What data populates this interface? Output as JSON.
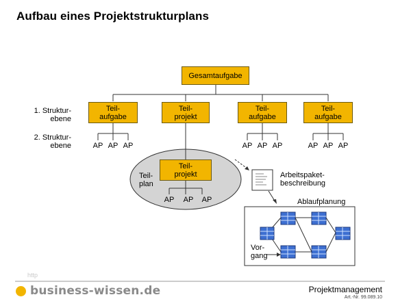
{
  "title": "Aufbau eines Projektstrukturplans",
  "top_box": "Gesamtaufgabe",
  "level_labels": {
    "level1": "1. Struktur-\nebene",
    "level2": "2. Struktur-\nebene"
  },
  "level1_boxes": [
    "Teil-\naufgabe",
    "Teil-\nprojekt",
    "Teil-\naufgabe",
    "Teil-\naufgabe"
  ],
  "ap_label": "AP",
  "subproject_box": "Teil-\nprojekt",
  "teilplan_label": "Teil-\nplan",
  "arbeitspaket_label": "Arbeitspaket-\nbeschreibung",
  "ablaufplanung_label": "Ablaufplanung",
  "vorgang_label": "Vor-\ngang",
  "footer": {
    "watermark": "http",
    "brand": "business-wissen.de",
    "right_title": "Projektmanagement",
    "right_sub": "Art.-Nr. 99.089.10"
  },
  "colors": {
    "box_fill": "#f2b500",
    "ellipse_fill": "#d4d4d4",
    "node_fill": "#3d6fd1"
  }
}
